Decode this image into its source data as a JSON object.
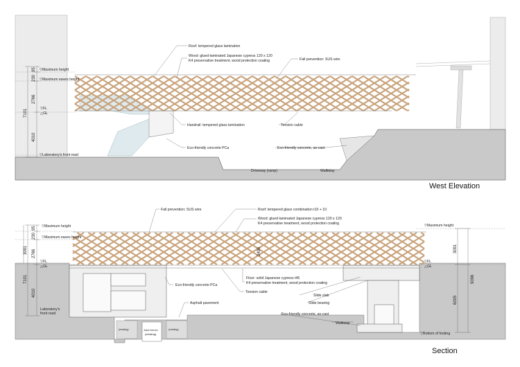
{
  "west_elevation": {
    "title": "West Elevation",
    "labels": {
      "roof": "Roof: tempered glass lamination",
      "wood_1": "Wood: glued-laminated Japanese cypress 120 x 120",
      "wood_2": "K4 preservative treatment, wood protection coating",
      "fall_prevention": "Fall prevention: SUS wire",
      "handrail": "Handrail: tempered glass lamination",
      "tension_cable": "Tension cable",
      "pca": "Eco-friendly concrete PCa",
      "as_cast": "Eco-friendly concrete, as-cast",
      "driveway": "Driveway (ramp)",
      "walkway": "Walkway",
      "max_height": "▽Maximum height",
      "max_eaves": "▽Maximum eaves height",
      "fl": "▽FL",
      "gl": "△GL",
      "lab_road": "▽Laboratory's front road"
    },
    "dims": {
      "d95": "95",
      "d230": "230",
      "d2766": "2766",
      "d4010": "4010",
      "d7101": "7101"
    }
  },
  "section": {
    "title": "Section",
    "labels": {
      "fall_prevention": "Fall prevention: SUS wire",
      "roof": "Roof: tempered glass combination t10 + 10",
      "wood_1": "Wood: glued-laminated Japanese cypress 120 x 120",
      "wood_2": "K4 preservative treatment, wood protection coating",
      "max_height_l": "▽Maximum height",
      "max_eaves": "▽Maximum eaves height",
      "fl_l": "▽FL",
      "gl_l": "△GL",
      "max_height_r": "▽Maximum height",
      "fl_r": "▽FL",
      "gl_r": "△GL",
      "pca": "Eco-friendly concrete PCa",
      "floor_1": "Floor: solid Japanese cypress t45",
      "floor_2": "K4 preservative treatment, wood protection coating",
      "asphalt": "Asphalt pavement",
      "tension_cable": "Tension cable",
      "slide_slab": "Slide slab",
      "slide_bearing": "Slide bearing",
      "as_cast": "Eco-friendly concrete, as-cast",
      "walkway": "Walkway",
      "lab_road_1": "Laboratory's",
      "lab_road_2": "front road",
      "trench_1": "Joint trench",
      "trench_2": "(existing)",
      "bottom_footing": "▽Bottom of footing",
      "col_l": "(existing)",
      "col_r": "(existing)"
    },
    "dims": {
      "l95": "95",
      "l230": "230",
      "l2766": "2766",
      "l3091": "3091",
      "l4010": "4010",
      "l7101": "7101",
      "r3091": "3091",
      "r6005": "6005",
      "r9096": "9096",
      "mid2496": "2496"
    }
  }
}
